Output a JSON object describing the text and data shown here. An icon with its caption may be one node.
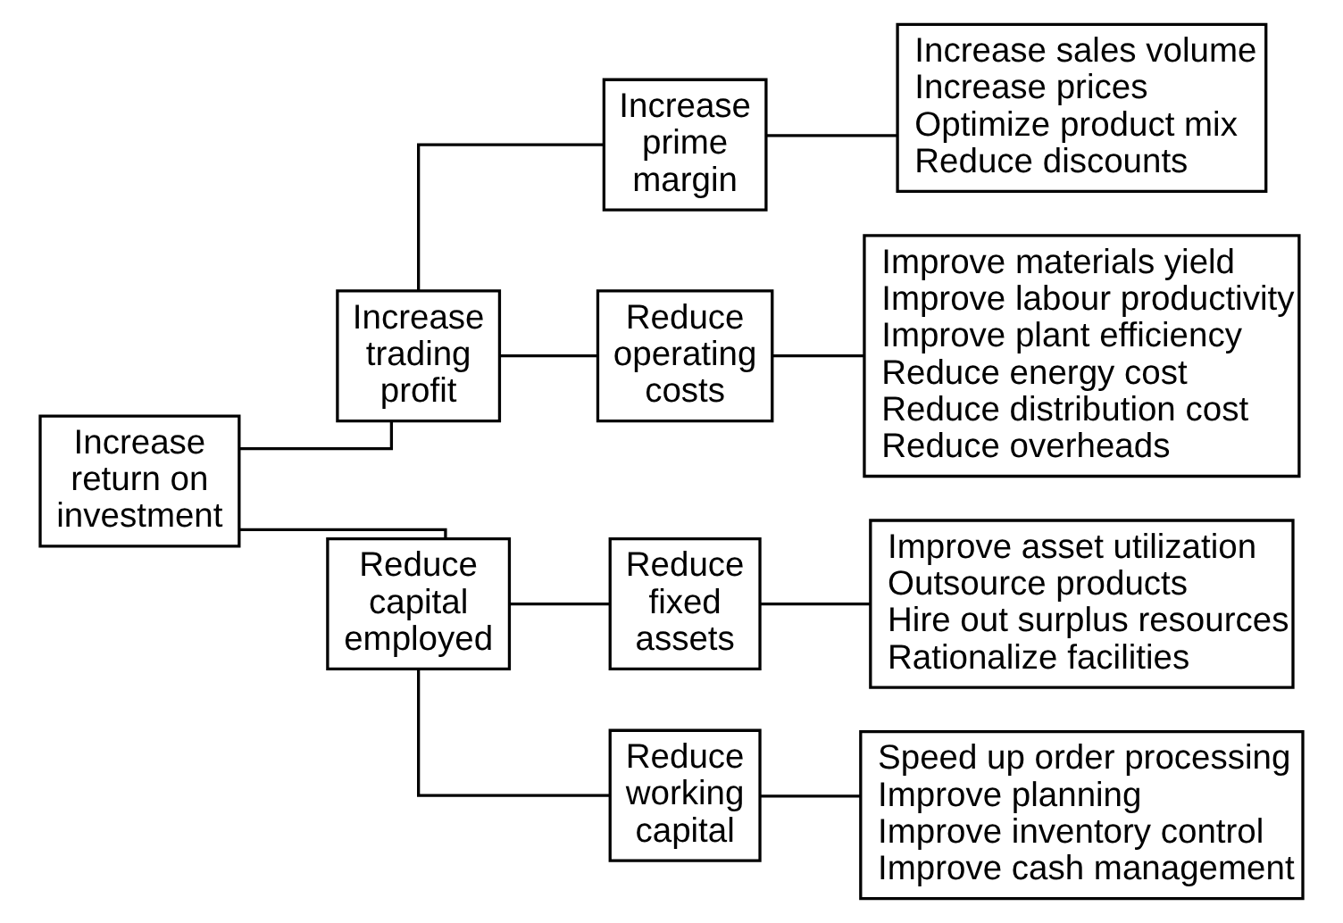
{
  "diagram": {
    "nodes": [
      {
        "text": [
          "Increase return on investment"
        ]
      },
      {
        "text": [
          "Increase trading profit"
        ]
      },
      {
        "text": [
          "Increase prime margin"
        ]
      },
      {
        "text": [
          "Increase sales volume",
          "Increase prices",
          "Optimize product mix",
          "Reduce discounts"
        ]
      },
      {
        "text": [
          "Reduce operating costs"
        ]
      },
      {
        "text": [
          "Improve materials yield",
          "Improve labour productivity",
          "Improve plant efficiency",
          "Reduce energy cost",
          "Reduce distribution cost",
          "Reduce overheads"
        ]
      },
      {
        "text": [
          "Reduce capital employed"
        ]
      },
      {
        "text": [
          "Reduce fixed assets"
        ]
      },
      {
        "text": [
          "Improve asset utilization",
          "Outsource products",
          "Hire out surplus resources",
          "Rationalize facilities"
        ]
      },
      {
        "text": [
          "Reduce working capital"
        ]
      },
      {
        "text": [
          "Speed up order processing",
          "Improve planning",
          "Improve inventory control",
          "Improve cash management"
        ]
      }
    ],
    "edges": [
      {
        "from": 0,
        "to": 1,
        "arrow": "none"
      },
      {
        "from": 0,
        "to": 6,
        "arrow": "none"
      },
      {
        "from": 1,
        "to": 2,
        "arrow": "none"
      },
      {
        "from": 1,
        "to": 4,
        "arrow": "none"
      },
      {
        "from": 2,
        "to": 3,
        "arrow": "none"
      },
      {
        "from": 4,
        "to": 5,
        "arrow": "none"
      },
      {
        "from": 6,
        "to": 7,
        "arrow": "none"
      },
      {
        "from": 6,
        "to": 9,
        "arrow": "none"
      },
      {
        "from": 7,
        "to": 8,
        "arrow": "none"
      },
      {
        "from": 9,
        "to": 10,
        "arrow": "none"
      }
    ]
  }
}
